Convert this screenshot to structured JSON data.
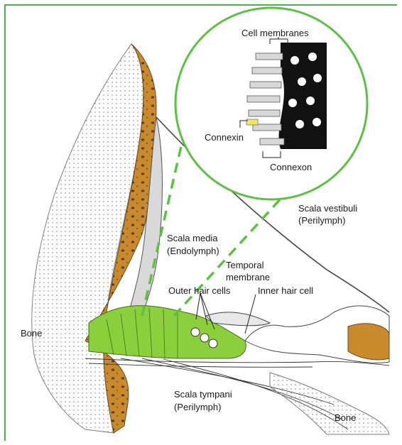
{
  "colors": {
    "frame": "#4caf50",
    "bone_tissue": "#c98a2e",
    "hair_cell_green": "#8ccf3c",
    "connexin_yellow": "#f3e36a",
    "dash_green": "#5cc043"
  },
  "labels": {
    "cell_membranes": "Cell membranes",
    "connexin": "Connexin",
    "connexon": "Connexon",
    "scala_vestibuli_1": "Scala vestibuli",
    "scala_vestibuli_2": "(Perilymph)",
    "scala_media_1": "Scala media",
    "scala_media_2": "(Endolymph)",
    "temporal_membrane_1": "Temporal",
    "temporal_membrane_2": "membrane",
    "outer_hair_cells": "Outer hair cells",
    "inner_hair_cell": "Inner hair cell",
    "bone_left": "Bone",
    "scala_tympani_1": "Scala tympani",
    "scala_tympani_2": "(Perilymph)",
    "bone_right": "Bone"
  }
}
